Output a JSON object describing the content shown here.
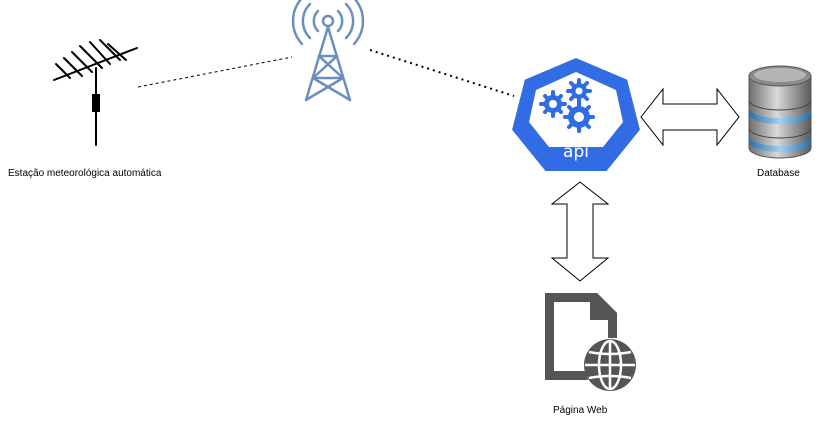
{
  "nodes": {
    "station": {
      "label": "Estação meteorológica automática",
      "icon": "antenna-icon"
    },
    "tower": {
      "icon": "radio-tower-icon"
    },
    "api": {
      "label": "api",
      "icon": "api-gears-icon"
    },
    "database": {
      "label": "Database",
      "icon": "database-icon"
    },
    "web_page": {
      "label": "Página Web",
      "icon": "web-page-icon"
    }
  },
  "connectors": [
    {
      "from": "station",
      "to": "tower",
      "style": "dashed"
    },
    {
      "from": "tower",
      "to": "api",
      "style": "dotted"
    },
    {
      "from": "api",
      "to": "database",
      "style": "double-arrow"
    },
    {
      "from": "api",
      "to": "web_page",
      "style": "double-arrow"
    }
  ],
  "colors": {
    "api_blue": "#326CE5",
    "tower_blue": "#6C8EBF",
    "line_black": "#000000",
    "doc_gray": "#555555",
    "db_blue": "#4A90C8"
  }
}
